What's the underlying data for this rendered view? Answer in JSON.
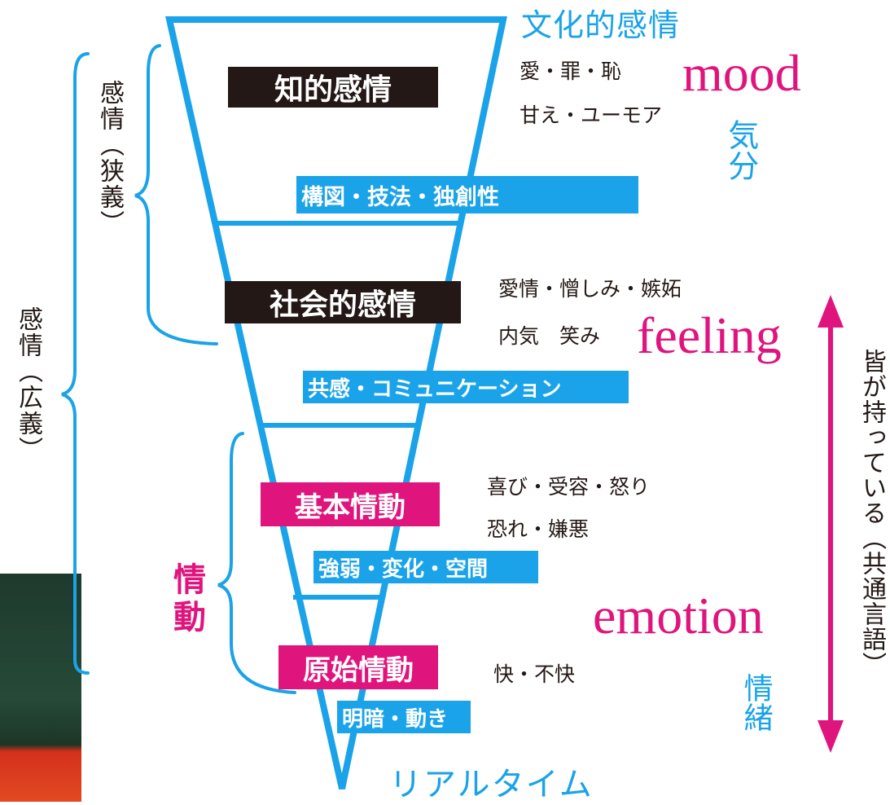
{
  "diagram": {
    "top_label": "文化的感情",
    "bottom_label": "リアルタイム",
    "levels": [
      {
        "name": "知的感情",
        "subtext": "構図・技法・独創性",
        "examples": [
          "愛・罪・恥",
          "甘え・ユーモア"
        ]
      },
      {
        "name": "社会的感情",
        "subtext": "共感・コミュニケーション",
        "examples": [
          "愛情・憎しみ・嫉妬",
          "内気　笑み"
        ]
      },
      {
        "name": "基本情動",
        "subtext": "強弱・変化・空間",
        "examples": [
          "喜び・受容・怒り",
          "恐れ・嫌悪"
        ]
      },
      {
        "name": "原始情動",
        "subtext": "明暗・動き",
        "examples": [
          "快・不快"
        ]
      }
    ],
    "english_terms": {
      "mood": "mood",
      "feeling": "feeling",
      "emotion": "emotion"
    },
    "japanese_terms": {
      "mood_jp": "気分",
      "emotion_jp": "情緒"
    },
    "brace_labels": {
      "broad": "感情（広義）",
      "narrow": "感情（狭義）",
      "jodo": "情動"
    },
    "arrow_label": "皆が持っている（共通言語）"
  },
  "colors": {
    "cyan": "#1aa3e8",
    "pink": "#e0147d",
    "black": "#231815"
  }
}
